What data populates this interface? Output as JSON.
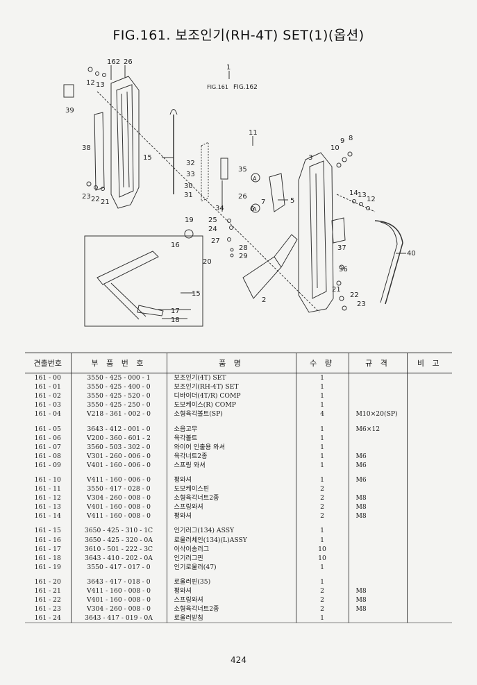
{
  "title": "FIG.161. 보조인기(RH-4T) SET(1)(옵션)",
  "page_number": "424",
  "diagram_labels": {
    "l162": "162",
    "l26t": "26",
    "l12": "12",
    "l13": "13",
    "l1": "1",
    "fig161": "FIG.161",
    "fig162": "FIG.162",
    "l39": "39",
    "l11": "11",
    "l9": "9",
    "l8": "8",
    "l10": "10",
    "l38": "38",
    "l15": "15",
    "l32": "32",
    "l33": "33",
    "l35": "35",
    "l3": "3",
    "l30": "30",
    "l31": "31",
    "l26": "26",
    "l7": "7",
    "l5": "5",
    "l14": "14",
    "l13b": "13",
    "l12b": "12",
    "l23": "23",
    "l22": "22",
    "l21": "21",
    "l34": "34",
    "l6": "6",
    "l19": "19",
    "l25": "25",
    "l24": "24",
    "l37": "37",
    "l40": "40",
    "l27": "27",
    "l28": "28",
    "l29": "29",
    "l16": "16",
    "l20": "20",
    "l36": "36",
    "l2": "2",
    "l21b": "21",
    "l22b": "22",
    "l23b": "23",
    "l15b": "15",
    "l17": "17",
    "l18": "18",
    "circA1": "A",
    "circA2": "A"
  },
  "table": {
    "headers": [
      "견출번호",
      "부 품 번 호",
      "품          명",
      "수 량",
      "규    격",
      "비 고"
    ],
    "groups": [
      [
        {
          "no": "161 - 00",
          "part": "3550 - 425 - 000 - 1",
          "name": "보조인기(4T) SET",
          "qty": "1",
          "spec": ""
        },
        {
          "no": "161 - 01",
          "part": "3550 - 425 - 400 - 0",
          "name": "보조인기(RH-4T) SET",
          "qty": "1",
          "spec": ""
        },
        {
          "no": "161 - 02",
          "part": "3550 - 425 - 520 - 0",
          "name": "디바이더(4T/R) COMP",
          "qty": "1",
          "spec": ""
        },
        {
          "no": "161 - 03",
          "part": "3550 - 425 - 250 - 0",
          "name": "도보케이스(R) COMP",
          "qty": "1",
          "spec": ""
        },
        {
          "no": "161 - 04",
          "part": "V218 - 361 - 002 - 0",
          "name": "소형육각볼트(SP)",
          "qty": "4",
          "spec": "M10×20(SP)"
        }
      ],
      [
        {
          "no": "161 - 05",
          "part": "3643 - 412 - 001 - 0",
          "name": "소음고무",
          "qty": "1",
          "spec": "M6×12"
        },
        {
          "no": "161 - 06",
          "part": "V200 - 360 - 601 - 2",
          "name": "육각볼트",
          "qty": "1",
          "spec": ""
        },
        {
          "no": "161 - 07",
          "part": "3560 - 503 - 302 - 0",
          "name": "와이어 인출용 와셔",
          "qty": "1",
          "spec": ""
        },
        {
          "no": "161 - 08",
          "part": "V301 - 260 - 006 - 0",
          "name": "육각너트2종",
          "qty": "1",
          "spec": "M6"
        },
        {
          "no": "161 - 09",
          "part": "V401 - 160 - 006 - 0",
          "name": "스프링 와셔",
          "qty": "1",
          "spec": "M6"
        }
      ],
      [
        {
          "no": "161 - 10",
          "part": "V411 - 160 - 006 - 0",
          "name": "평와셔",
          "qty": "1",
          "spec": "M6"
        },
        {
          "no": "161 - 11",
          "part": "3550 - 417 - 028 - 0",
          "name": "도보케이스핀",
          "qty": "2",
          "spec": ""
        },
        {
          "no": "161 - 12",
          "part": "V304 - 260 - 008 - 0",
          "name": "소형육각너트2종",
          "qty": "2",
          "spec": "M8"
        },
        {
          "no": "161 - 13",
          "part": "V401 - 160 - 008 - 0",
          "name": "스프링와셔",
          "qty": "2",
          "spec": "M8"
        },
        {
          "no": "161 - 14",
          "part": "V411 - 160 - 008 - 0",
          "name": "평와셔",
          "qty": "2",
          "spec": "M8"
        }
      ],
      [
        {
          "no": "161 - 15",
          "part": "3650 - 425 - 310 - 1C",
          "name": "인기러그(134) ASSY",
          "qty": "1",
          "spec": ""
        },
        {
          "no": "161 - 16",
          "part": "3650 - 425 - 320 - 0A",
          "name": "로울러체인(134)(L)ASSY",
          "qty": "1",
          "spec": ""
        },
        {
          "no": "161 - 17",
          "part": "3610 - 501 - 222 - 3C",
          "name": "이삭이송러그",
          "qty": "10",
          "spec": ""
        },
        {
          "no": "161 - 18",
          "part": "3643 - 410 - 202 - 0A",
          "name": "인기러그핀",
          "qty": "10",
          "spec": ""
        },
        {
          "no": "161 - 19",
          "part": "3550 - 417 - 017 - 0",
          "name": "인기로울러(47)",
          "qty": "1",
          "spec": ""
        }
      ],
      [
        {
          "no": "161 - 20",
          "part": "3643 - 417 - 018 - 0",
          "name": "로울러핀(35)",
          "qty": "1",
          "spec": ""
        },
        {
          "no": "161 - 21",
          "part": "V411 - 160 - 008 - 0",
          "name": "평와셔",
          "qty": "2",
          "spec": "M8"
        },
        {
          "no": "161 - 22",
          "part": "V401 - 160 - 008 - 0",
          "name": "스프링와셔",
          "qty": "2",
          "spec": "M8"
        },
        {
          "no": "161 - 23",
          "part": "V304 - 260 - 008 - 0",
          "name": "소형육각너트2종",
          "qty": "2",
          "spec": "M8"
        },
        {
          "no": "161 - 24",
          "part": "3643 - 417 - 019 - 0A",
          "name": "로울러받침",
          "qty": "1",
          "spec": ""
        }
      ]
    ]
  }
}
